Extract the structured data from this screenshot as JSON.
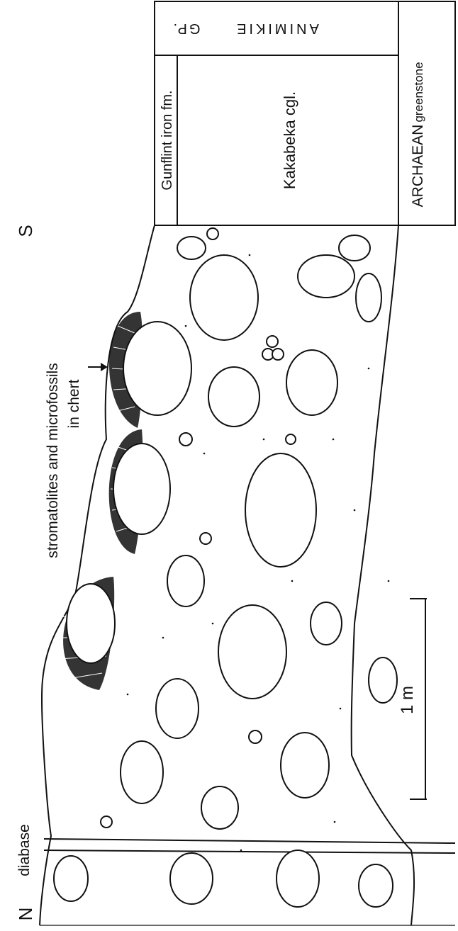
{
  "labels": {
    "north": "N",
    "south": "S",
    "diabase": "diabase",
    "fossils_line1": "stromatolites and microfossils",
    "fossils_line2": "in chert",
    "scale_bar": "1 m"
  },
  "column": {
    "group_animikie": "ANIMIKIE",
    "group_gp": "GP.",
    "unit_gunflint": "Gunflint iron fm.",
    "unit_kakabeka": "Kakabeka cgl.",
    "unit_archaean": "ARCHAEAN",
    "unit_greenstone": "greenstone"
  },
  "colors": {
    "ink": "#111111",
    "paper": "#ffffff"
  }
}
